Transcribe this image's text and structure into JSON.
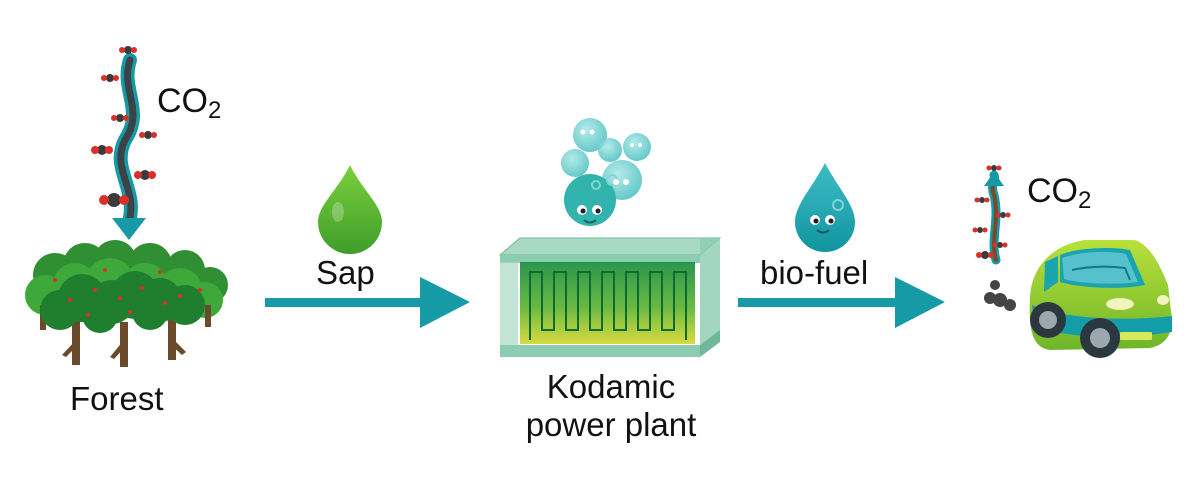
{
  "forest": {
    "label": "Forest",
    "co2_label": "CO",
    "co2_sub": "2"
  },
  "sap": {
    "label": "Sap"
  },
  "plant": {
    "label_line1": "Kodamic",
    "label_line2": "power plant"
  },
  "biofuel": {
    "label": "bio-fuel"
  },
  "car": {
    "co2_label": "CO",
    "co2_sub": "2"
  },
  "colors": {
    "arrow": "#159aa6",
    "sap_drop": "#4cb232",
    "biofuel_drop": "#1fa7b4",
    "leaf_dark": "#1f7f2e",
    "leaf_light": "#3ea93a",
    "car_body": "#8fcf2f",
    "car_teal": "#139da8",
    "co2_red": "#d9302a"
  }
}
